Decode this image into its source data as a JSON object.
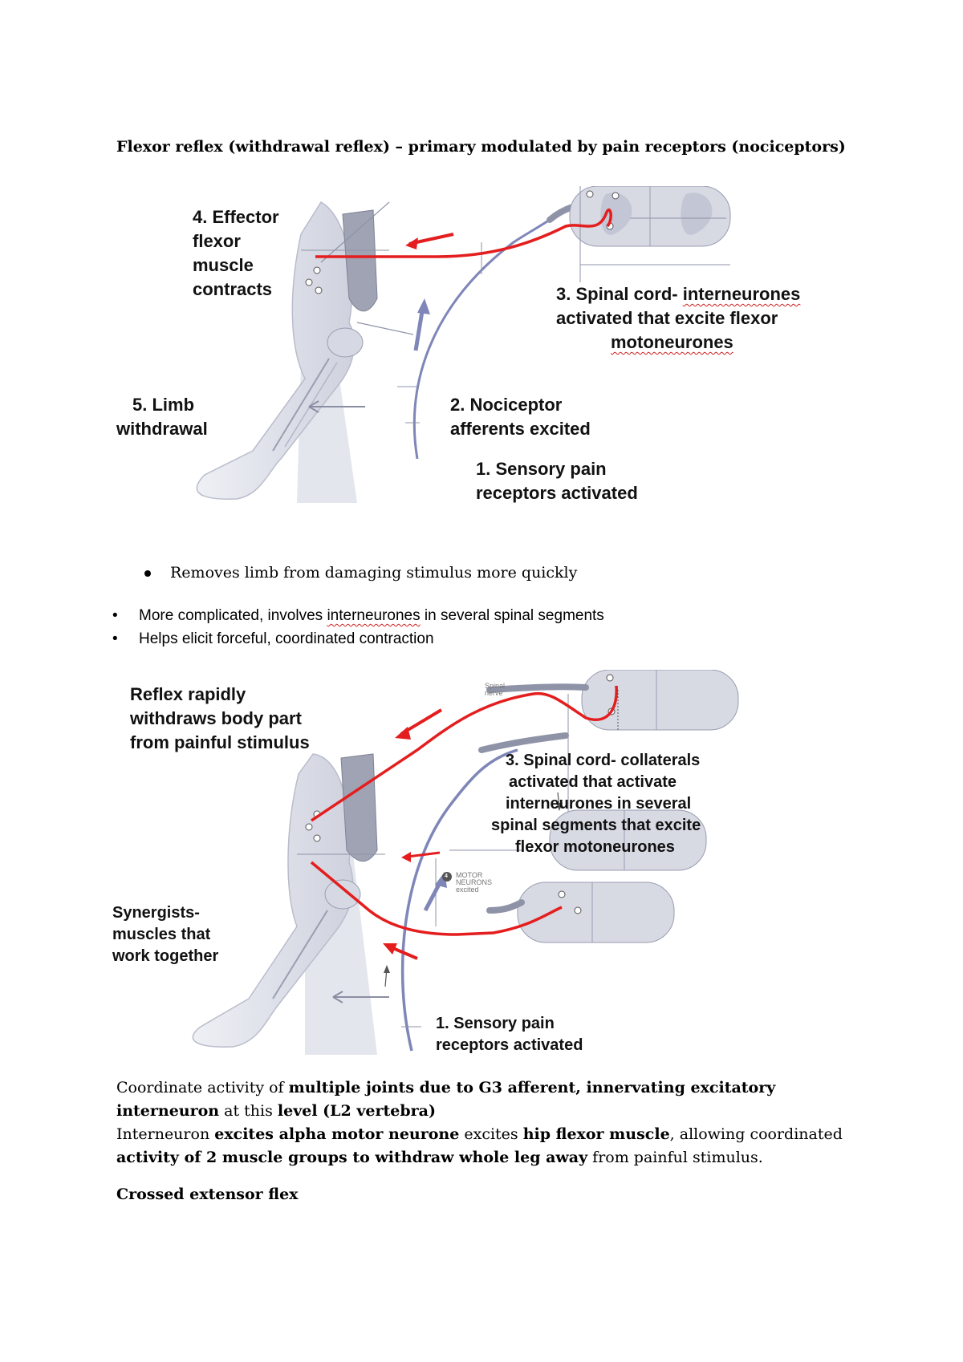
{
  "heading": "Flexor reflex (withdrawal reflex) – primary modulated by pain receptors (nociceptors)",
  "figure1": {
    "label_effector": [
      "4. Effector",
      "flexor",
      "muscle",
      "contracts"
    ],
    "label_spinal": [
      "3. Spinal cord- ",
      "interneurones",
      "activated that excite flexor",
      "motoneurones"
    ],
    "label_limb": [
      "5. Limb",
      "withdrawal"
    ],
    "label_nociceptor": [
      "2. Nociceptor",
      "afferents excited"
    ],
    "label_sensory": [
      "1. Sensory pain",
      "receptors activated"
    ]
  },
  "bullet_removes": "Removes limb from damaging stimulus more quickly",
  "sans_bullets": [
    {
      "pre": "More complicated, involves ",
      "squiggle": "interneurones",
      "post": " in several spinal segments"
    },
    {
      "pre": "Helps elicit forceful, coordinated contraction",
      "squiggle": "",
      "post": ""
    }
  ],
  "figure2": {
    "label_reflex": [
      "Reflex rapidly",
      "withdraws body part",
      "from painful stimulus"
    ],
    "label_spinal": [
      "3. Spinal cord- collaterals",
      "activated that activate",
      "interneurones in several",
      "spinal segments that excite",
      "flexor motoneurones"
    ],
    "label_synergists": [
      "Synergists-",
      "muscles that",
      "work together"
    ],
    "label_sensory": [
      "1. Sensory pain",
      "receptors activated"
    ],
    "small_spinal_nerve": [
      "Spinal",
      "nerve"
    ],
    "small_motor": [
      "MOTOR",
      "NEURONS",
      "excited"
    ],
    "small_motor_num": "4"
  },
  "paragraph1": {
    "a": "Coordinate activity of ",
    "b": "multiple joints due to G3 afferent, innervating excitatory",
    "c": "interneuron",
    "d": " at this ",
    "e": "level (L2 vertebra)"
  },
  "paragraph2": {
    "a": "Interneuron ",
    "b": "excites alpha motor neurone",
    "c": " excites ",
    "d": "hip flexor muscle",
    "e": ", allowing coordinated",
    "f": "activity of 2 muscle groups to withdraw whole leg away",
    "g": " from painful stimulus."
  },
  "closing_heading": "Crossed extensor flex",
  "colors": {
    "reflex_red": "#e41e1e",
    "nerve_blue": "#7f86b8",
    "anatomy_gray": "#c9cbd6"
  }
}
